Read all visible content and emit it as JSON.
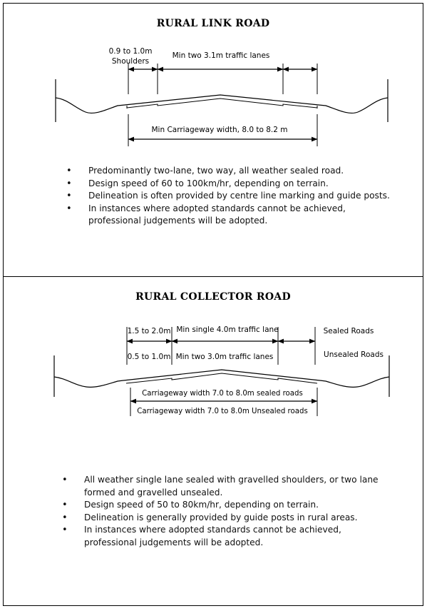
{
  "link_road": {
    "title": "RURAL LINK ROAD",
    "labels": {
      "shoulders_width": "0.9 to 1.0m",
      "shoulders": "Shoulders",
      "lanes": "Min two 3.1m traffic lanes",
      "carriageway": "Min Carriageway width, 8.0 to 8.2 m"
    },
    "bullets": [
      "Predominantly two-lane, two way,  all weather sealed road.",
      "Design speed of 60 to 100km/hr, depending on terrain.",
      "Delineation is often provided by centre line marking and guide posts.",
      "In instances where adopted standards cannot be achieved,\nprofessional judgements will be adopted."
    ]
  },
  "collector_road": {
    "title": "RURAL COLLECTOR ROAD",
    "labels": {
      "sealed_shoulder": "1.5 to 2.0m",
      "sealed_lane": "Min single 4.0m traffic lane",
      "sealed_roads": "Sealed Roads",
      "unsealed_shoulder": "0.5 to 1.0m",
      "unsealed_lanes": "Min two 3.0m traffic lanes",
      "unsealed_roads": "Unsealed Roads",
      "carriageway_sealed": "Carriageway width 7.0 to 8.0m sealed roads",
      "carriageway_unsealed": "Carriageway width 7.0 to 8.0m Unsealed roads"
    },
    "bullets": [
      "All weather single lane sealed with gravelled shoulders, or two lane\nformed and gravelled unsealed.",
      "Design speed of 50 to 80km/hr, depending on terrain.",
      "Delineation is generally provided by guide posts in rural areas.",
      "In instances where adopted standards cannot be achieved,\nprofessional judgements will be adopted."
    ]
  },
  "colors": {
    "line": "#000000",
    "background": "#ffffff"
  }
}
